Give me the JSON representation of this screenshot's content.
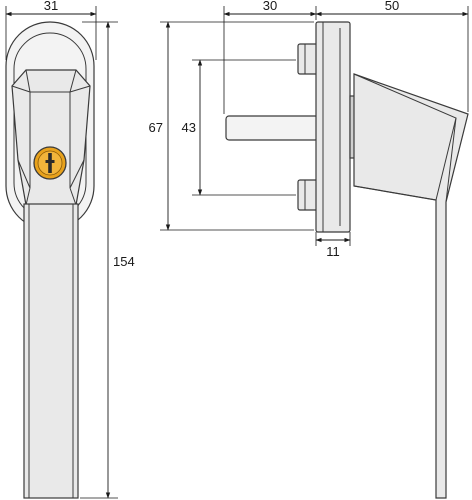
{
  "dimensions": {
    "front_width": "31",
    "front_height": "154",
    "spindle_length": "30",
    "handle_depth": "50",
    "base_height": "67",
    "screw_spacing": "43",
    "base_thickness": "11"
  },
  "colors": {
    "lock_cylinder": "#e8a21c",
    "body_fill": "#e9e9e9",
    "line": "#1a1a1a"
  },
  "icons": {
    "key_slot": "key-slot-icon"
  }
}
